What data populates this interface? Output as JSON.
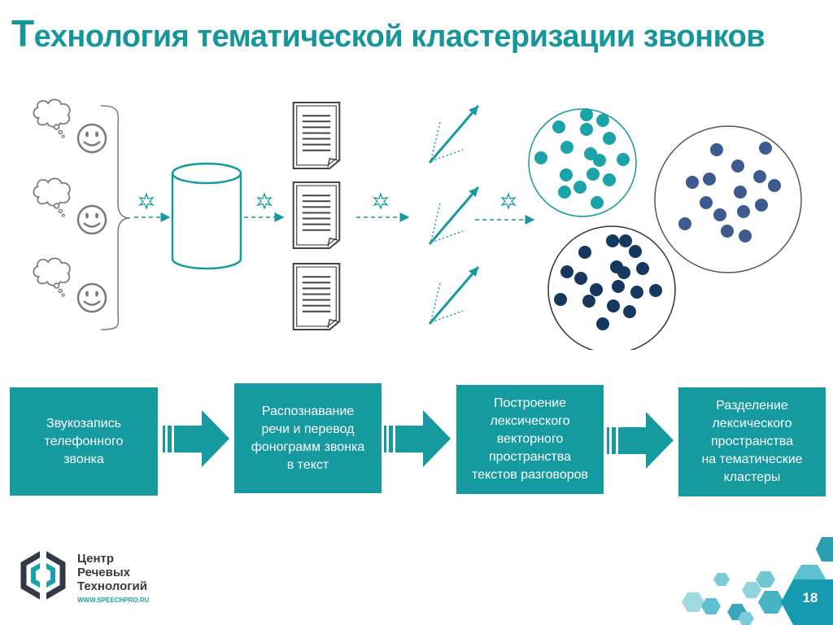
{
  "title": {
    "first_letter": "Т",
    "rest": "ехнология тематической кластеризации звонков"
  },
  "steps": [
    {
      "label": "Звукозапись\nтелефонного\nзвонка"
    },
    {
      "label": "Распознавание\nречи и перевод\nфонограмм звонка\nв текст"
    },
    {
      "label": "Построение\nлексического\nвекторного\nпространства\nтекстов разговоров"
    },
    {
      "label": "Разделение\nлексического\nпространства\nна тематические\nкластеры"
    }
  ],
  "logo": {
    "name": "Центр\nРечевых\nТехнологий",
    "url": "WWW.SPEECHPRO.RU"
  },
  "page_number": "18",
  "colors": {
    "accent": "#159aa0",
    "title": "#14969b",
    "cluster_teal": "#1aa3a9",
    "cluster_blue": "#3d5b8f",
    "cluster_navy": "#16385f",
    "icon_gray": "#7a7a7a"
  }
}
